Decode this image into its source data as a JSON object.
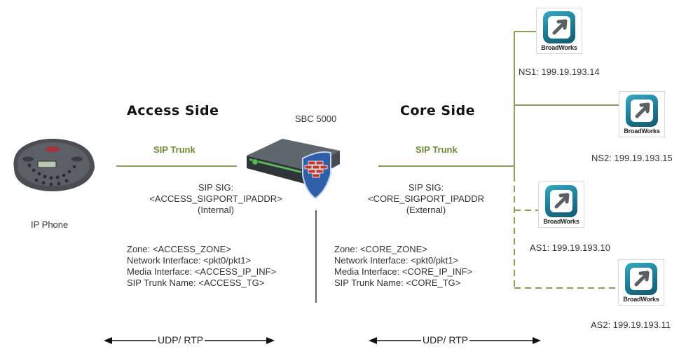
{
  "access": {
    "heading": "Access Side",
    "trunk_label": "SIP Trunk",
    "sig_line1": "SIP SIG:",
    "sig_line2": "<ACCESS_SIGPORT_IPADDR>",
    "sig_line3": "(Internal)",
    "details": [
      "Zone: <ACCESS_ZONE>",
      "Network Interface: <pkt0/pkt1>",
      "Media Interface: <ACCESS_IP_INF>",
      "SIP Trunk Name: <ACCESS_TG>"
    ],
    "protocol": "UDP/ RTP"
  },
  "core": {
    "heading": "Core Side",
    "trunk_label": "SIP Trunk",
    "sig_line1": "SIP SIG:",
    "sig_line2": "<CORE_SIGPORT_IPADDR",
    "sig_line3": "(External)",
    "details": [
      "Zone: <CORE_ZONE>",
      "Network Interface: <pkt0/pkt1>",
      "Media Interface: <CORE_IP_INF>",
      "SIP Trunk Name: <CORE_TG>"
    ],
    "protocol": "UDP/ RTP"
  },
  "sbc": {
    "label": "SBC 5000"
  },
  "phone": {
    "label": "IP Phone"
  },
  "servers": [
    {
      "logo_text": "BroadWorks",
      "label": "NS1: 199.19.193.14",
      "link": "solid"
    },
    {
      "logo_text": "BroadWorks",
      "label": "NS2: 199.19.193.15",
      "link": "solid"
    },
    {
      "logo_text": "BroadWorks",
      "label": "AS1: 199.19.193.10",
      "link": "dashed"
    },
    {
      "logo_text": "BroadWorks",
      "label": "AS2: 199.19.193.11",
      "link": "dashed"
    }
  ],
  "colors": {
    "link": "#8aa05a",
    "icon_teal": "#1c7a93",
    "sbc_body": "#3a4046",
    "sbc_accent": "#5cb85c",
    "shield": "#2f5fa8",
    "firewall": "#c0392b"
  }
}
